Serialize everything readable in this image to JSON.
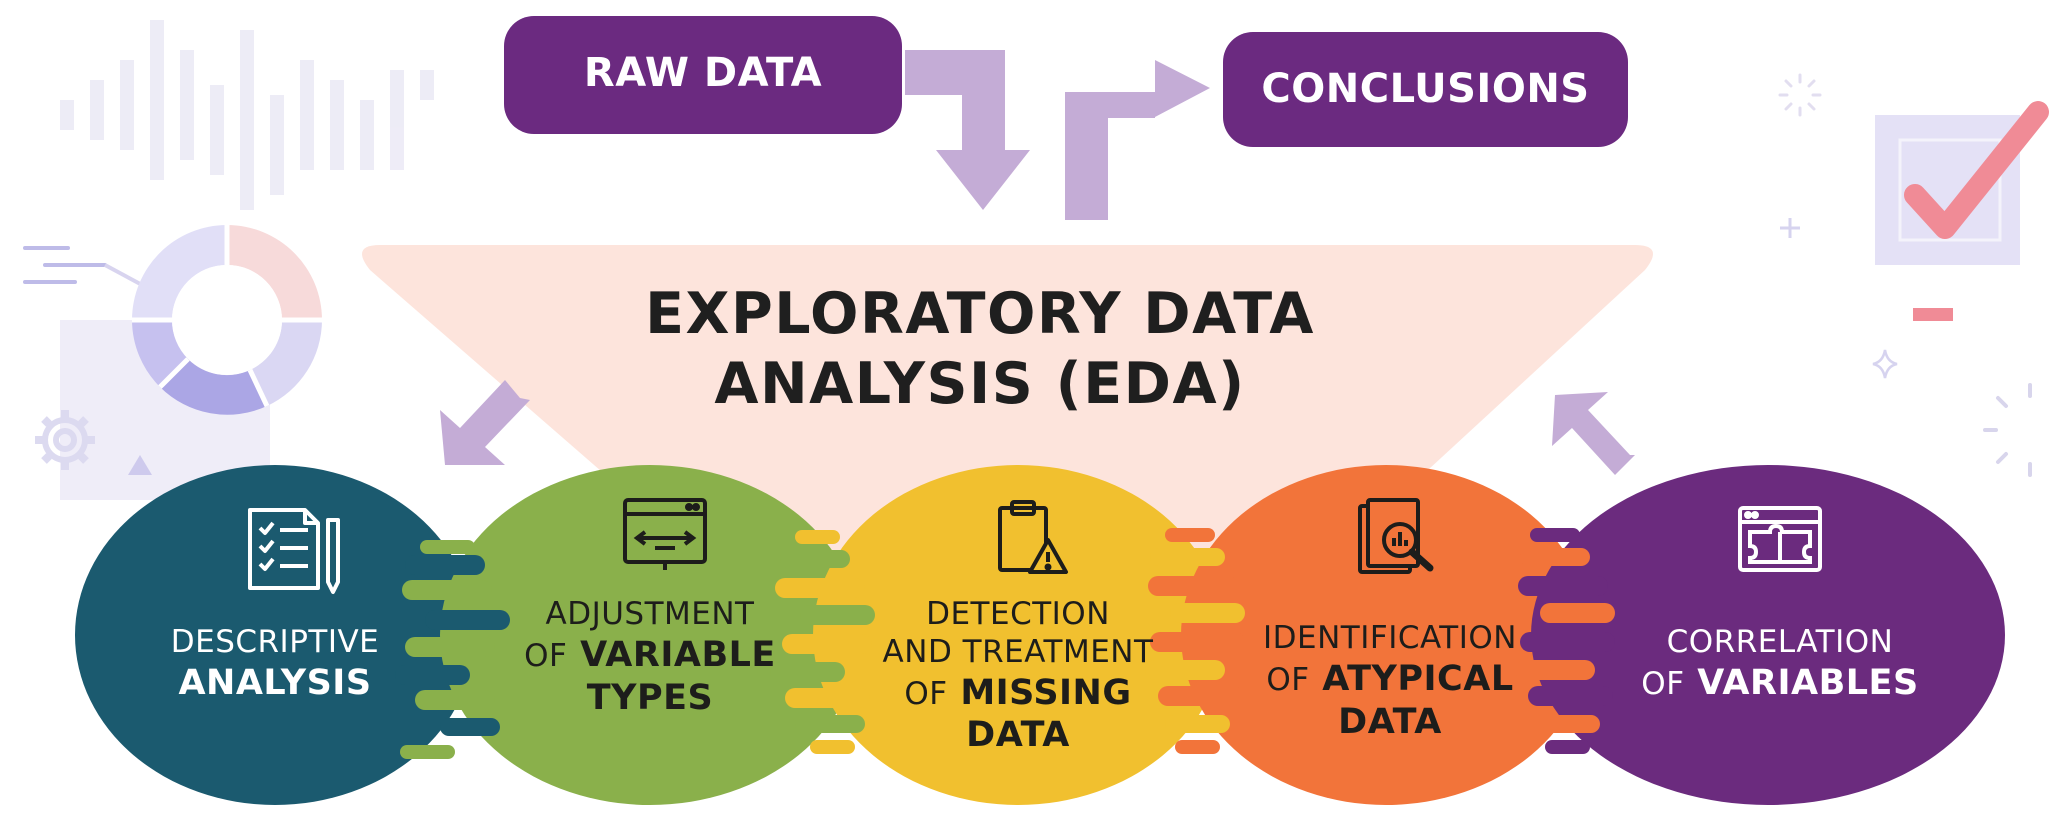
{
  "flow": {
    "input": "RAW DATA",
    "output": "CONCLUSIONS"
  },
  "title": {
    "line1": "EXPLORATORY DATA",
    "line2": "ANALYSIS (EDA)"
  },
  "steps": [
    {
      "line1": "DESCRIPTIVE",
      "line2": "ANALYSIS",
      "color": "#1b5a6f",
      "icon": "checklist-document-icon"
    },
    {
      "line1": "ADJUSTMENT",
      "line2_prefix": "OF",
      "line2": "VARIABLE",
      "line3": "TYPES",
      "color": "#8ab04b",
      "icon": "window-resize-icon"
    },
    {
      "line1": "DETECTION",
      "line2": "AND TREATMENT",
      "line3_prefix": "OF",
      "line3": "MISSING",
      "line4": "DATA",
      "color": "#f1c02f",
      "icon": "clipboard-warning-icon"
    },
    {
      "line1": "IDENTIFICATION",
      "line2_prefix": "OF",
      "line2": "ATYPICAL",
      "line3": "DATA",
      "color": "#f2743a",
      "icon": "magnifier-report-icon"
    },
    {
      "line1": "CORRELATION",
      "line2_prefix": "OF",
      "line2": "VARIABLES",
      "color": "#6b2b7e",
      "icon": "puzzle-browser-icon"
    }
  ],
  "colors": {
    "box_purple": "#6b2a80",
    "arrow_lavender": "#c4acd6",
    "funnel_peach": "#fde4dc",
    "deco_lavender": "#e9e5f6"
  }
}
